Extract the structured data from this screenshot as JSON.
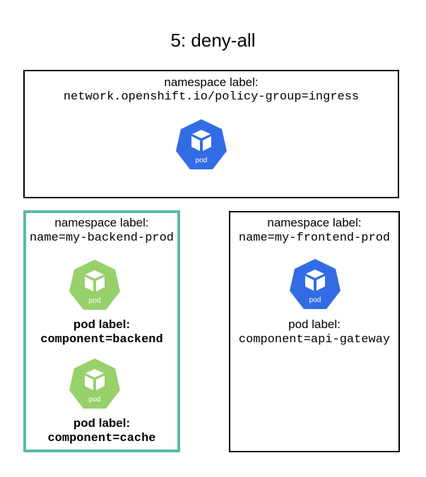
{
  "title": "5: deny-all",
  "colors": {
    "pod_blue": "#326ce5",
    "pod_green": "#97d16b",
    "highlight_border": "#5bbaa6",
    "box_border": "#000000"
  },
  "ingress": {
    "ns_label": "namespace label:",
    "ns_value": "network.openshift.io/policy-group=ingress",
    "pod": {
      "text": "pod",
      "icon": "pod-icon-blue"
    }
  },
  "backend": {
    "ns_label": "namespace label:",
    "ns_value": "name=my-backend-prod",
    "pods": [
      {
        "text": "pod",
        "icon": "pod-icon-green",
        "label_title": "pod label:",
        "label_value": "component=backend"
      },
      {
        "text": "pod",
        "icon": "pod-icon-green",
        "label_title": "pod label:",
        "label_value": "component=cache"
      }
    ]
  },
  "frontend": {
    "ns_label": "namespace label:",
    "ns_value": "name=my-frontend-prod",
    "pod": {
      "text": "pod",
      "icon": "pod-icon-blue",
      "label_title": "pod label:",
      "label_value": "component=api-gateway"
    }
  }
}
